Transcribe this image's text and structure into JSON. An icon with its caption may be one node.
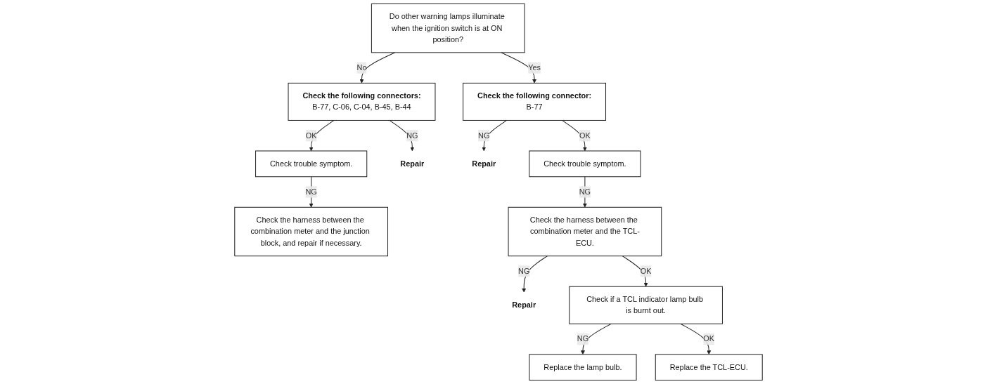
{
  "diagram": {
    "nodes": [
      {
        "text": [
          "Do other warning lamps illuminate when the ignition switch is at ON position?"
        ]
      },
      {
        "text": [
          "Check the following connectors:",
          "B-77, C-06, C-04, B-45, B-44"
        ]
      },
      {
        "text": [
          "Check trouble symptom."
        ]
      },
      {
        "text": [
          "Check the harness between the combination meter and the junction block, and repair if necessary."
        ]
      },
      {
        "text": [
          "Repair"
        ]
      },
      {
        "text": [
          "Check the following connector:",
          "B-77"
        ]
      },
      {
        "text": [
          "Repair"
        ]
      },
      {
        "text": [
          "Check trouble symptom."
        ]
      },
      {
        "text": [
          "Check the harness between the combination meter and the TCL-ECU."
        ]
      },
      {
        "text": [
          "Repair"
        ]
      },
      {
        "text": [
          "Check if a TCL indicator lamp bulb is burnt out."
        ]
      },
      {
        "text": [
          "Replace the lamp bulb."
        ]
      },
      {
        "text": [
          "Replace the TCL-ECU."
        ]
      }
    ],
    "edges": [
      {
        "from": 0,
        "to": 1,
        "arrow": "to",
        "label": "No"
      },
      {
        "from": 1,
        "to": 2,
        "arrow": "to",
        "label": "OK"
      },
      {
        "from": 2,
        "to": 3,
        "arrow": "to",
        "label": "NG"
      },
      {
        "from": 1,
        "to": 4,
        "arrow": "to",
        "label": "NG"
      },
      {
        "from": 0,
        "to": 5,
        "arrow": "to",
        "label": "Yes"
      },
      {
        "from": 5,
        "to": 6,
        "arrow": "to",
        "label": "NG"
      },
      {
        "from": 5,
        "to": 7,
        "arrow": "to",
        "label": "OK"
      },
      {
        "from": 7,
        "to": 8,
        "arrow": "to",
        "label": "NG"
      },
      {
        "from": 8,
        "to": 9,
        "arrow": "to",
        "label": "NG"
      },
      {
        "from": 8,
        "to": 10,
        "arrow": "to",
        "label": "OK"
      },
      {
        "from": 10,
        "to": 11,
        "arrow": "to",
        "label": "NG"
      },
      {
        "from": 10,
        "to": 12,
        "arrow": "to",
        "label": "OK"
      }
    ]
  }
}
